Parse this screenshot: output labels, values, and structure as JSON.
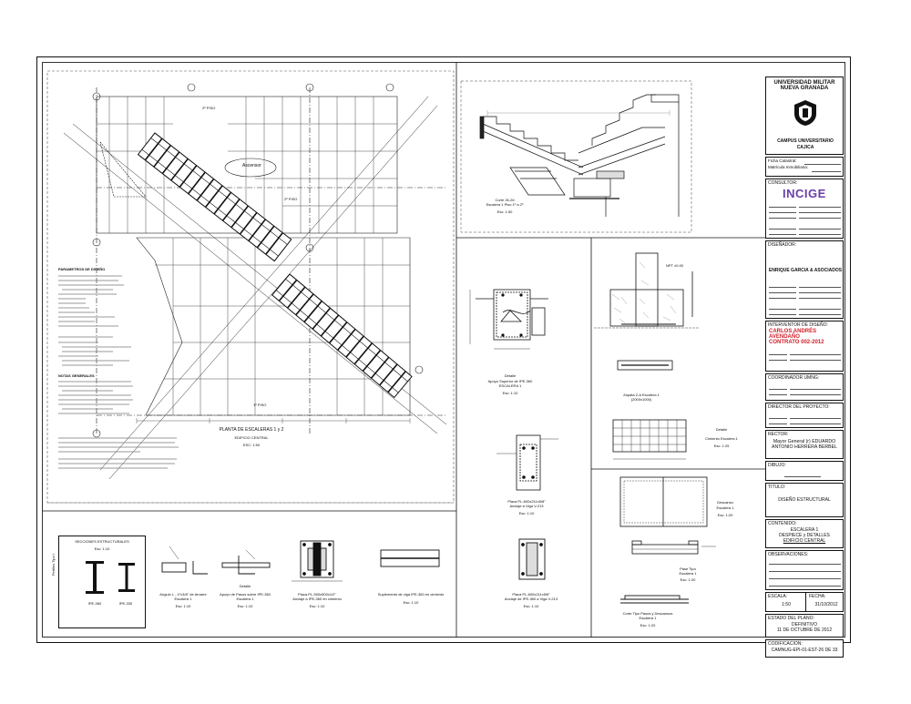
{
  "titleblock": {
    "university": "UNIVERSIDAD MILITAR NUEVA GRANADA",
    "campus": "CAMPUS UNIVERSITARIO",
    "campus_city": "CAJICA",
    "ficha_label": "Ficha Catastral:",
    "matricula_label": "Matrícula Inmobiliaria:",
    "consultor_label": "CONSULTOR:",
    "consultor_logo": "INCIGE",
    "disenador_label": "DISEÑADOR:",
    "disenador": "ENRIQUE GARCIA & ASOCIADOS",
    "interventor_label": "INTERVENTOR DE DISEÑO:",
    "interventor_name": "CARLOS ANDRÉS AVENDAÑO",
    "contrato": "CONTRATO 002-2012",
    "coordinador_label": "COORDINADOR UMNG:",
    "director_label": "DIRECTOR DEL PROYECTO:",
    "rector_label": "RECTOR:",
    "rector_name": "Mayor General (r) EDUARDO ANTONIO HERRERA BERBEL",
    "dibujo_label": "DIBUJO:",
    "titulo_label": "TITULO:",
    "titulo": "DISEÑO ESTRUCTURAL",
    "contenido_label": "CONTENIDO:",
    "contenido_1": "ESCALERA 1",
    "contenido_2": "DESPIECE y DETALLES",
    "contenido_3": "EDIFICIO CENTRAL",
    "observaciones_label": "OBSERVACIONES:",
    "escala_label": "ESCALA:",
    "escala": "1:50",
    "fecha_label": "FECHA:",
    "fecha": "31/10/2012",
    "estado_label": "ESTADO DEL PLANO:",
    "estado_1": "DEFINITIVO",
    "estado_2": "11 DE OCTUBRE DE 2012",
    "codificacion_label": "CODIFICACION:",
    "codificacion": "CAMNUG-EPI-01-EST-26 DE 33"
  },
  "plan": {
    "ascensor": "Ascensor",
    "piso2a": "2º PISO",
    "piso2b": "2º PISO",
    "piso1": "1º PISO",
    "title": "PLANTA DE ESCALERAS 1 y 2",
    "subtitle": "EDIFICIO CENTRAL",
    "scale": "ESC: 1:50",
    "params_title": "PARAMETROS DE DISEÑO",
    "notes_title": "NOTAS GENERALES"
  },
  "details": {
    "corte": "Corte 26-26",
    "corte_sub": "Escalera 1 Piso 1º a 2º",
    "corte_scale": "Esc: 1:50",
    "apoyo": "Detalle",
    "apoyo_sub": "Apoyo Superior de IPE-360",
    "apoyo_sub2": "ESCALERA 1",
    "apoyo_scale": "Esc: 1:10",
    "zapata": "Zapata Z-A Escalera 1",
    "zapata_sub": "(2000x1000)",
    "cimiento": "Cimiento Escalera 1",
    "cimiento_sub": "Esc: 1:25",
    "cimiento_detalle": "Detalle",
    "placa1": "Placa PL-600x211x5/8\"",
    "placa1_sub": "Anclaje a Viga V-213",
    "placa1_scale": "Esc: 1:10",
    "nivel": "NPT ±0.00",
    "secciones": "SECCIONES ESTRUCTURALES",
    "secciones_scale": "Esc: 1:10",
    "ipe360": "IPE-360",
    "ipe330": "IPE-330",
    "perfiles": "Perfiles Tipo I",
    "angulo": "Angulo L - 4\"x3/8\" de Amarre",
    "angulo_sub": "Escalera 1",
    "angulo_scale": "Esc: 1:10",
    "detalle2": "Detalle",
    "apoyo_pasos": "Apoyo de Pasos sobre IPE-360",
    "apoyo_pasos_sub": "Escalera 1",
    "apoyo_pasos_scale": "Esc: 1:10",
    "placa2": "Placa PL-500x500x1/2\"",
    "placa2_sub": "Anclaje a IPE-360 en cimiento",
    "placa2_scale": "Esc: 1:10",
    "suplemento": "Suplemento de viga IPE-360 en cimiento",
    "suplemento_scale": "Esc: 1:10",
    "placa3": "Placa PL-600x211x5/8\"",
    "placa3_sub": "Anclaje de IPE-360 a Viga V-213",
    "placa3_scale": "Esc: 1:10",
    "pase": "Pase Tipo",
    "pase_sub": "Escalera 1",
    "pase_scale": "Esc: 1:20",
    "corte_tipo": "Corte Tipo Pasos y Descansos",
    "corte_tipo_sub": "Escalera 1",
    "corte_tipo_scale": "Esc: 1:20",
    "descanso": "Descanso",
    "descanso_sub": "Escalera 1",
    "descanso_scale": "Esc: 1:20"
  }
}
